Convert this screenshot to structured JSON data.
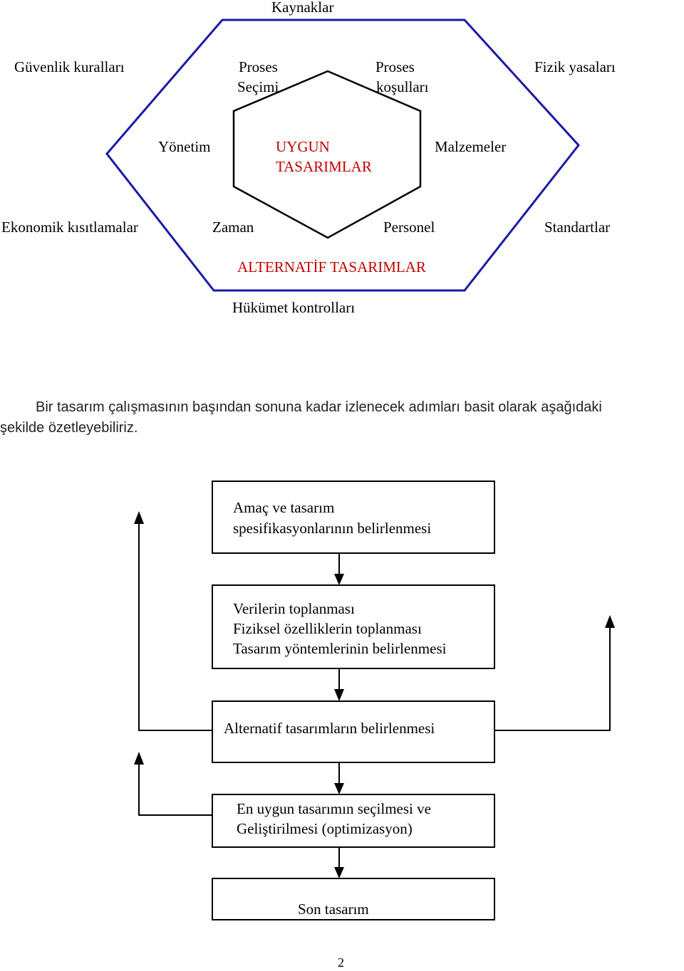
{
  "hexagon_diagram": {
    "outer_top": "Kaynaklar",
    "guvenlik": "Güvenlik kuralları",
    "proses_secimi_1": "Proses",
    "proses_secimi_2": "Seçimi",
    "proses_kosullari_1": "Proses",
    "proses_kosullari_2": "koşulları",
    "fizik": "Fizik yasaları",
    "yonetim": "Yönetim",
    "center_1": "UYGUN",
    "center_2": "TASARIMLAR",
    "malzemeler": "Malzemeler",
    "ekonomik": "Ekonomik kısıtlamalar",
    "zaman": "Zaman",
    "personel": "Personel",
    "standartlar": "Standartlar",
    "alternatif": "ALTERNATİF TASARIMLAR",
    "hukumet": "Hükümet kontrolları",
    "accent_color": "#c00000",
    "outline_color": "#1a1aa6"
  },
  "paragraph": {
    "line1": "Bir tasarım çalışmasının başından sonuna kadar izlenecek adımları basit olarak aşağıdaki",
    "line2": "şekilde özetleyebiliriz."
  },
  "flowchart": {
    "box1_line1": "Amaç ve tasarım",
    "box1_line2": "spesifikasyonlarının belirlenmesi",
    "box2_line1": "Verilerin toplanması",
    "box2_line2": "Fiziksel özelliklerin toplanması",
    "box2_line3": "Tasarım yöntemlerinin belirlenmesi",
    "box3": "Alternatif tasarımların belirlenmesi",
    "box4_line1": "En uygun tasarımın seçilmesi ve",
    "box4_line2": "Geliştirilmesi (optimizasyon)",
    "box5": "Son tasarım"
  },
  "page_number": "2"
}
